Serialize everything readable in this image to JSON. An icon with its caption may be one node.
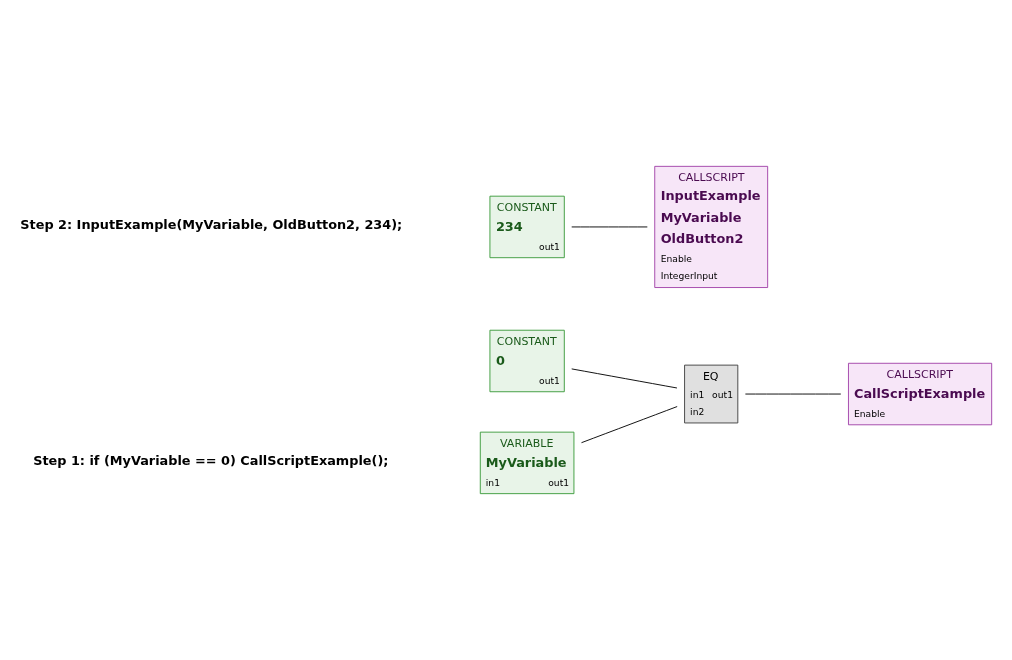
{
  "diagram": {
    "nodes": [
      {
        "text": [
          "VARIABLE",
          "MyVariable",
          "in1",
          "out1"
        ]
      },
      {
        "text": [
          "CONSTANT",
          "0",
          "out1"
        ]
      },
      {
        "text": [
          "EQ",
          "in1",
          "out1",
          "in2"
        ]
      },
      {
        "text": [
          "CALLSCRIPT",
          "CallScriptExample",
          "Enable"
        ]
      },
      {
        "text": [
          "CONSTANT",
          "234",
          "out1"
        ]
      },
      {
        "text": [
          "CALLSCRIPT",
          "InputExample",
          "MyVariable",
          "OldButton2",
          "Enable",
          "IntegerInput"
        ]
      }
    ],
    "edges": [
      {
        "from": 0,
        "to": 2,
        "arrow": "none"
      },
      {
        "from": 1,
        "to": 2,
        "arrow": "none"
      },
      {
        "from": 2,
        "to": 3,
        "arrow": "none"
      },
      {
        "from": 4,
        "to": 5,
        "arrow": "none"
      }
    ],
    "labels": [
      "Step 1: if (MyVariable == 0) CallScriptExample();",
      "Step 2: InputExample(MyVariable, OldButton2, 234);"
    ]
  }
}
